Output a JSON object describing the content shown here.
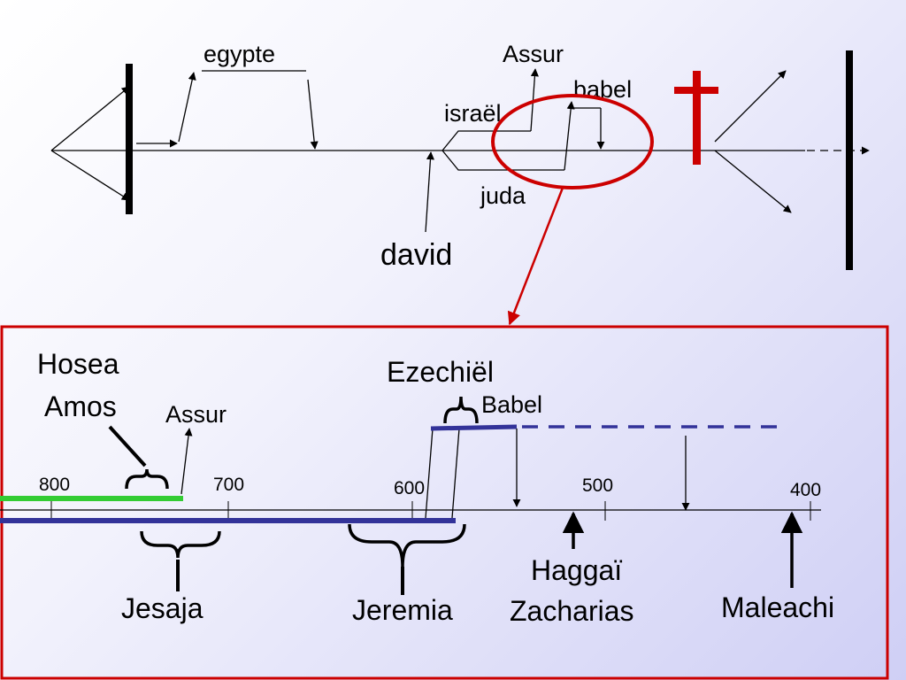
{
  "top_timeline": {
    "labels": {
      "egypte": "egypte",
      "assur": "Assur",
      "babel": "babel",
      "israel": "israël",
      "juda": "juda",
      "david": "david"
    }
  },
  "detail_timeline": {
    "ticks": [
      "800",
      "700",
      "600",
      "500",
      "400"
    ],
    "labels": {
      "hosea": "Hosea",
      "amos": "Amos",
      "assur": "Assur",
      "ezechiel": "Ezechiël",
      "babel": "Babel",
      "jesaja": "Jesaja",
      "jeremia": "Jeremia",
      "haggai": "Haggaï",
      "zacharias": "Zacharias",
      "maleachi": "Maleachi"
    }
  },
  "colors": {
    "frame": "#cc0000",
    "cross": "#cc0000",
    "highlight_circle": "#cc0000",
    "green_bar": "#33cc33",
    "blue_bar": "#333399"
  }
}
